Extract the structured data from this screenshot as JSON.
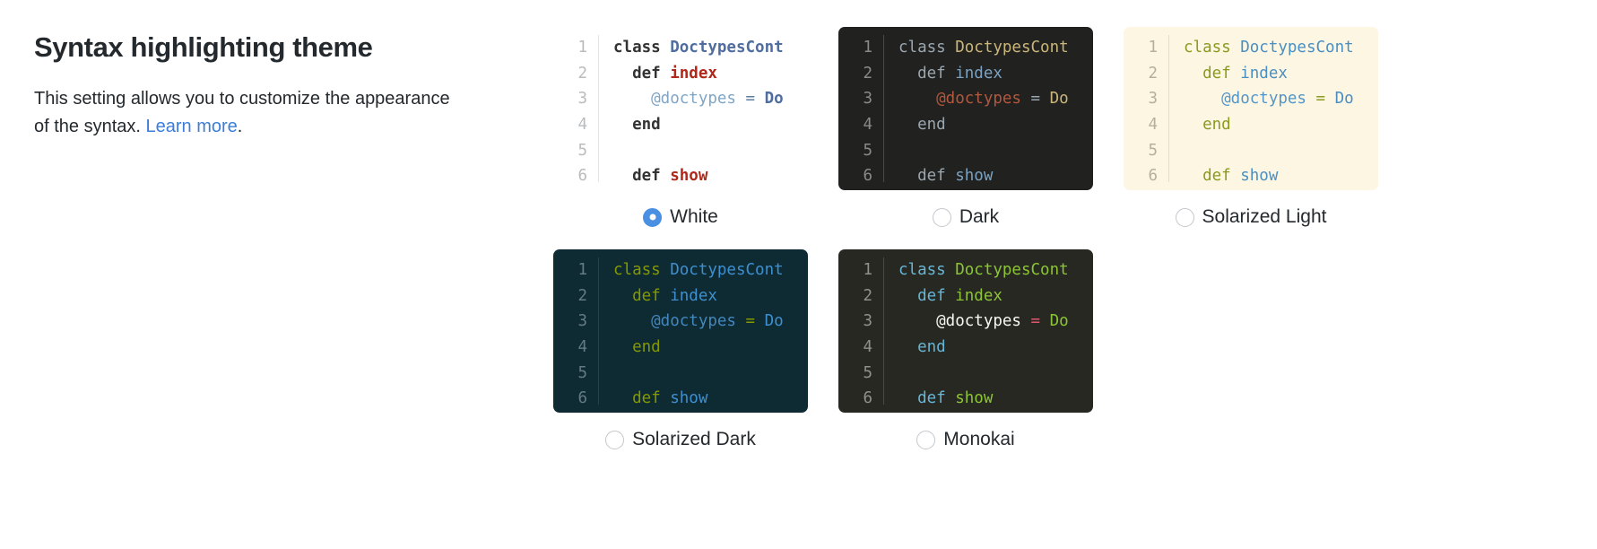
{
  "panel": {
    "title": "Syntax highlighting theme",
    "description_before": "This setting allows you to customize the appearance of the syntax. ",
    "link_label": "Learn more",
    "description_after": "."
  },
  "colors": {
    "link": "#3b7dd8",
    "radio_selected": "#4a90e2",
    "radio_border": "#c4c7cb",
    "heading_text": "#24292e"
  },
  "code_sample": {
    "line_numbers": [
      "1",
      "2",
      "3",
      "4",
      "5",
      "6"
    ],
    "lines": [
      {
        "tokens": [
          {
            "t": "class ",
            "c": "kw"
          },
          {
            "t": "DoctypesCont",
            "c": "cls"
          }
        ]
      },
      {
        "tokens": [
          {
            "t": "  def ",
            "c": "kw"
          },
          {
            "t": "index",
            "c": "mth"
          }
        ]
      },
      {
        "tokens": [
          {
            "t": "    @doctypes ",
            "c": "ivr"
          },
          {
            "t": "= ",
            "c": "op"
          },
          {
            "t": "Do",
            "c": "cls"
          }
        ]
      },
      {
        "tokens": [
          {
            "t": "  end",
            "c": "kw"
          }
        ]
      },
      {
        "tokens": [
          {
            "t": "",
            "c": "pln"
          }
        ]
      },
      {
        "tokens": [
          {
            "t": "  def ",
            "c": "kw"
          },
          {
            "t": "show",
            "c": "mth"
          }
        ]
      }
    ]
  },
  "themes": [
    {
      "id": "white",
      "label": "White",
      "selected": true,
      "background": "#ffffff"
    },
    {
      "id": "dark",
      "label": "Dark",
      "selected": false,
      "background": "#21211f"
    },
    {
      "id": "sollight",
      "label": "Solarized Light",
      "selected": false,
      "background": "#fdf6e3"
    },
    {
      "id": "soldark",
      "label": "Solarized Dark",
      "selected": false,
      "background": "#0e2b33"
    },
    {
      "id": "monokai",
      "label": "Monokai",
      "selected": false,
      "background": "#272822"
    }
  ]
}
